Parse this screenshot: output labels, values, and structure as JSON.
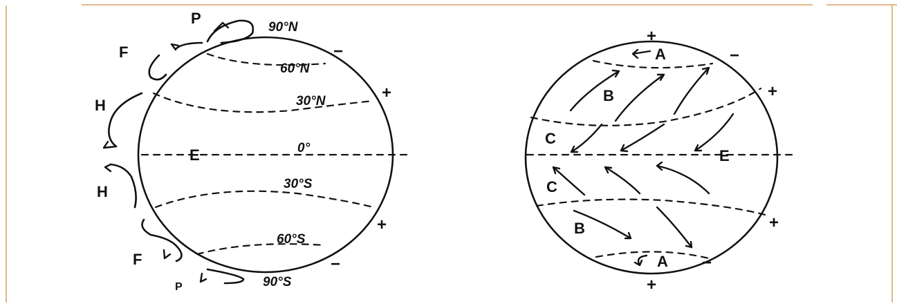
{
  "left_globe": {
    "latitudes": {
      "n90": "90°N",
      "n60": "60°N",
      "n30": "30°N",
      "eq": "0°",
      "s30": "30°S",
      "s60": "60°S",
      "s90": "90°S"
    },
    "cells": {
      "p_top": "P",
      "f_top": "F",
      "h_top": "H",
      "equator": "E",
      "h_bottom": "H",
      "f_bottom": "F",
      "p_bottom": "P"
    },
    "signs": {
      "top": "−",
      "upper_right": "+",
      "lower_right": "+",
      "bottom": "−"
    }
  },
  "right_globe": {
    "cells": {
      "a_top": "A",
      "b_top": "B",
      "c_top": "C",
      "equator": "E",
      "c_bottom": "C",
      "b_bottom": "B",
      "a_bottom": "A"
    },
    "signs": {
      "north_pole": "+",
      "top_right": "−",
      "upper_right": "+",
      "lower_right": "+",
      "bottom_right": "−",
      "south_pole": "+"
    }
  },
  "colors": {
    "border": "#d8a25e",
    "ink": "#111111",
    "background": "#ffffff"
  }
}
